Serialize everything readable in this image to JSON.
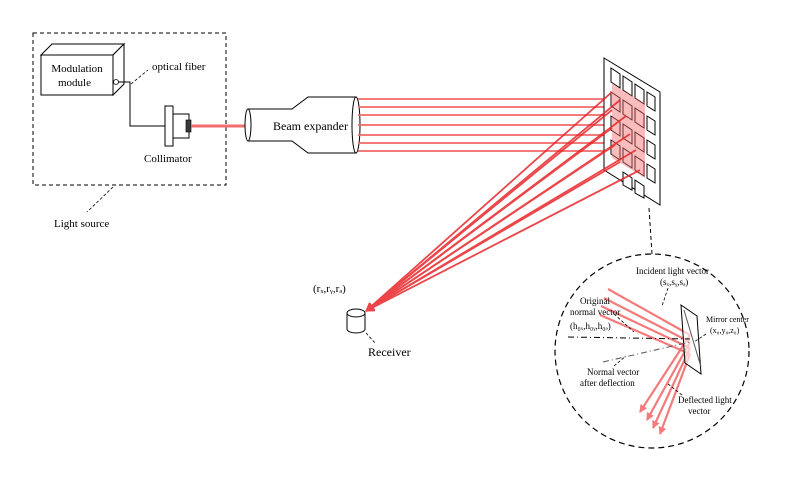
{
  "labels": {
    "modulation_line1": "Modulation",
    "modulation_line2": "module",
    "optical_fiber": "optical fiber",
    "collimator": "Collimator",
    "beam_expander": "Beam expander",
    "light_source": "Light source",
    "receiver_coords": "(rₓ,rᵧ,rₔ)",
    "receiver": "Receiver",
    "incident_vector": "Incident light vector",
    "incident_coords": "(sₓ,sᵧ,sₔ)",
    "original_normal_line1": "Original",
    "original_normal_line2": "normal vector",
    "original_normal_coords": "(h₀ₓ,h₀ᵧ,h₀ₔ)",
    "mirror_center": "Mirror center",
    "mirror_center_coords": "(x₀,y₀,z₀)",
    "normal_after_line1": "Normal vector",
    "normal_after_line2": "after deflection",
    "deflected_line1": "Deflected light",
    "deflected_line2": "vector"
  },
  "colors": {
    "beam": "#f26d6d",
    "beam_strong": "#e8262a",
    "line": "#000000",
    "mirror_normal": "#555555"
  }
}
